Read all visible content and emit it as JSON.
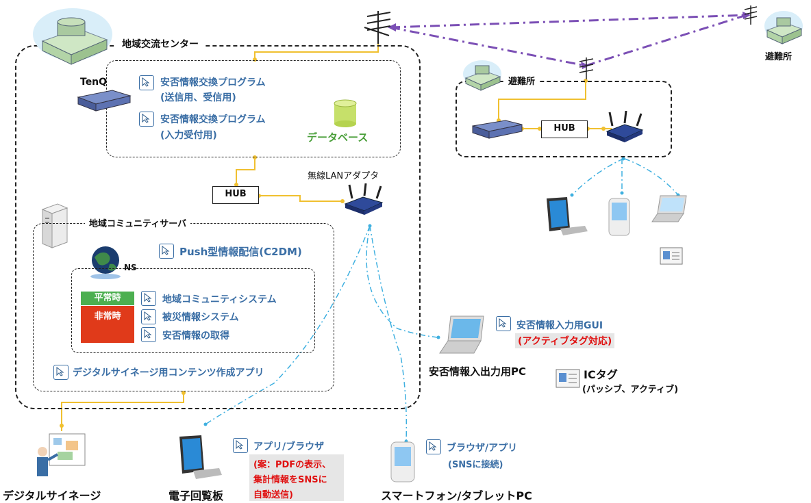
{
  "center": {
    "title": "地域交流センター"
  },
  "tenq": {
    "label": "TenQ",
    "prog1_line1": "安否情報交換プログラム",
    "prog1_line2": "(送信用、受信用)",
    "prog2_line1": "安否情報交換プログラム",
    "prog2_line2": "(入力受付用)",
    "database": "データベース"
  },
  "hub_center": "HUB",
  "wlan_adapter": "無線LANアダプタ",
  "community_server": {
    "title": "地域コミュニティサーバ",
    "push": "Push型情報配信(C2DM)",
    "ns": "NS",
    "normal_tag": "平常時",
    "emergency_tag": "非常時",
    "sys1": "地域コミュニティシステム",
    "sys2": "被災情報システム",
    "sys3": "安否情報の取得",
    "signage_app": "デジタルサイネージ用コンテンツ作成アプリ"
  },
  "shelter": {
    "title": "避難所",
    "hub": "HUB",
    "remote_title": "避難所"
  },
  "pc": {
    "gui": "安否情報入力用GUI",
    "gui_note": "(アクティブタグ対応)",
    "label": "安否情報入出力用PC"
  },
  "ictag": {
    "title": "ICタグ",
    "sub": "(パッシブ、アクティブ)"
  },
  "bottom": {
    "signage": "デジタルサイネージ",
    "board": "電子回覧板",
    "board_app": "アプリ/ブラウザ",
    "board_note1": "(案：PDFの表示、",
    "board_note2": "集計情報をSNSに",
    "board_note3": "自動送信)",
    "phone": "スマートフォン/タブレットPC",
    "phone_app": "ブラウザ/アプリ",
    "phone_note": "(SNSに接続)"
  }
}
